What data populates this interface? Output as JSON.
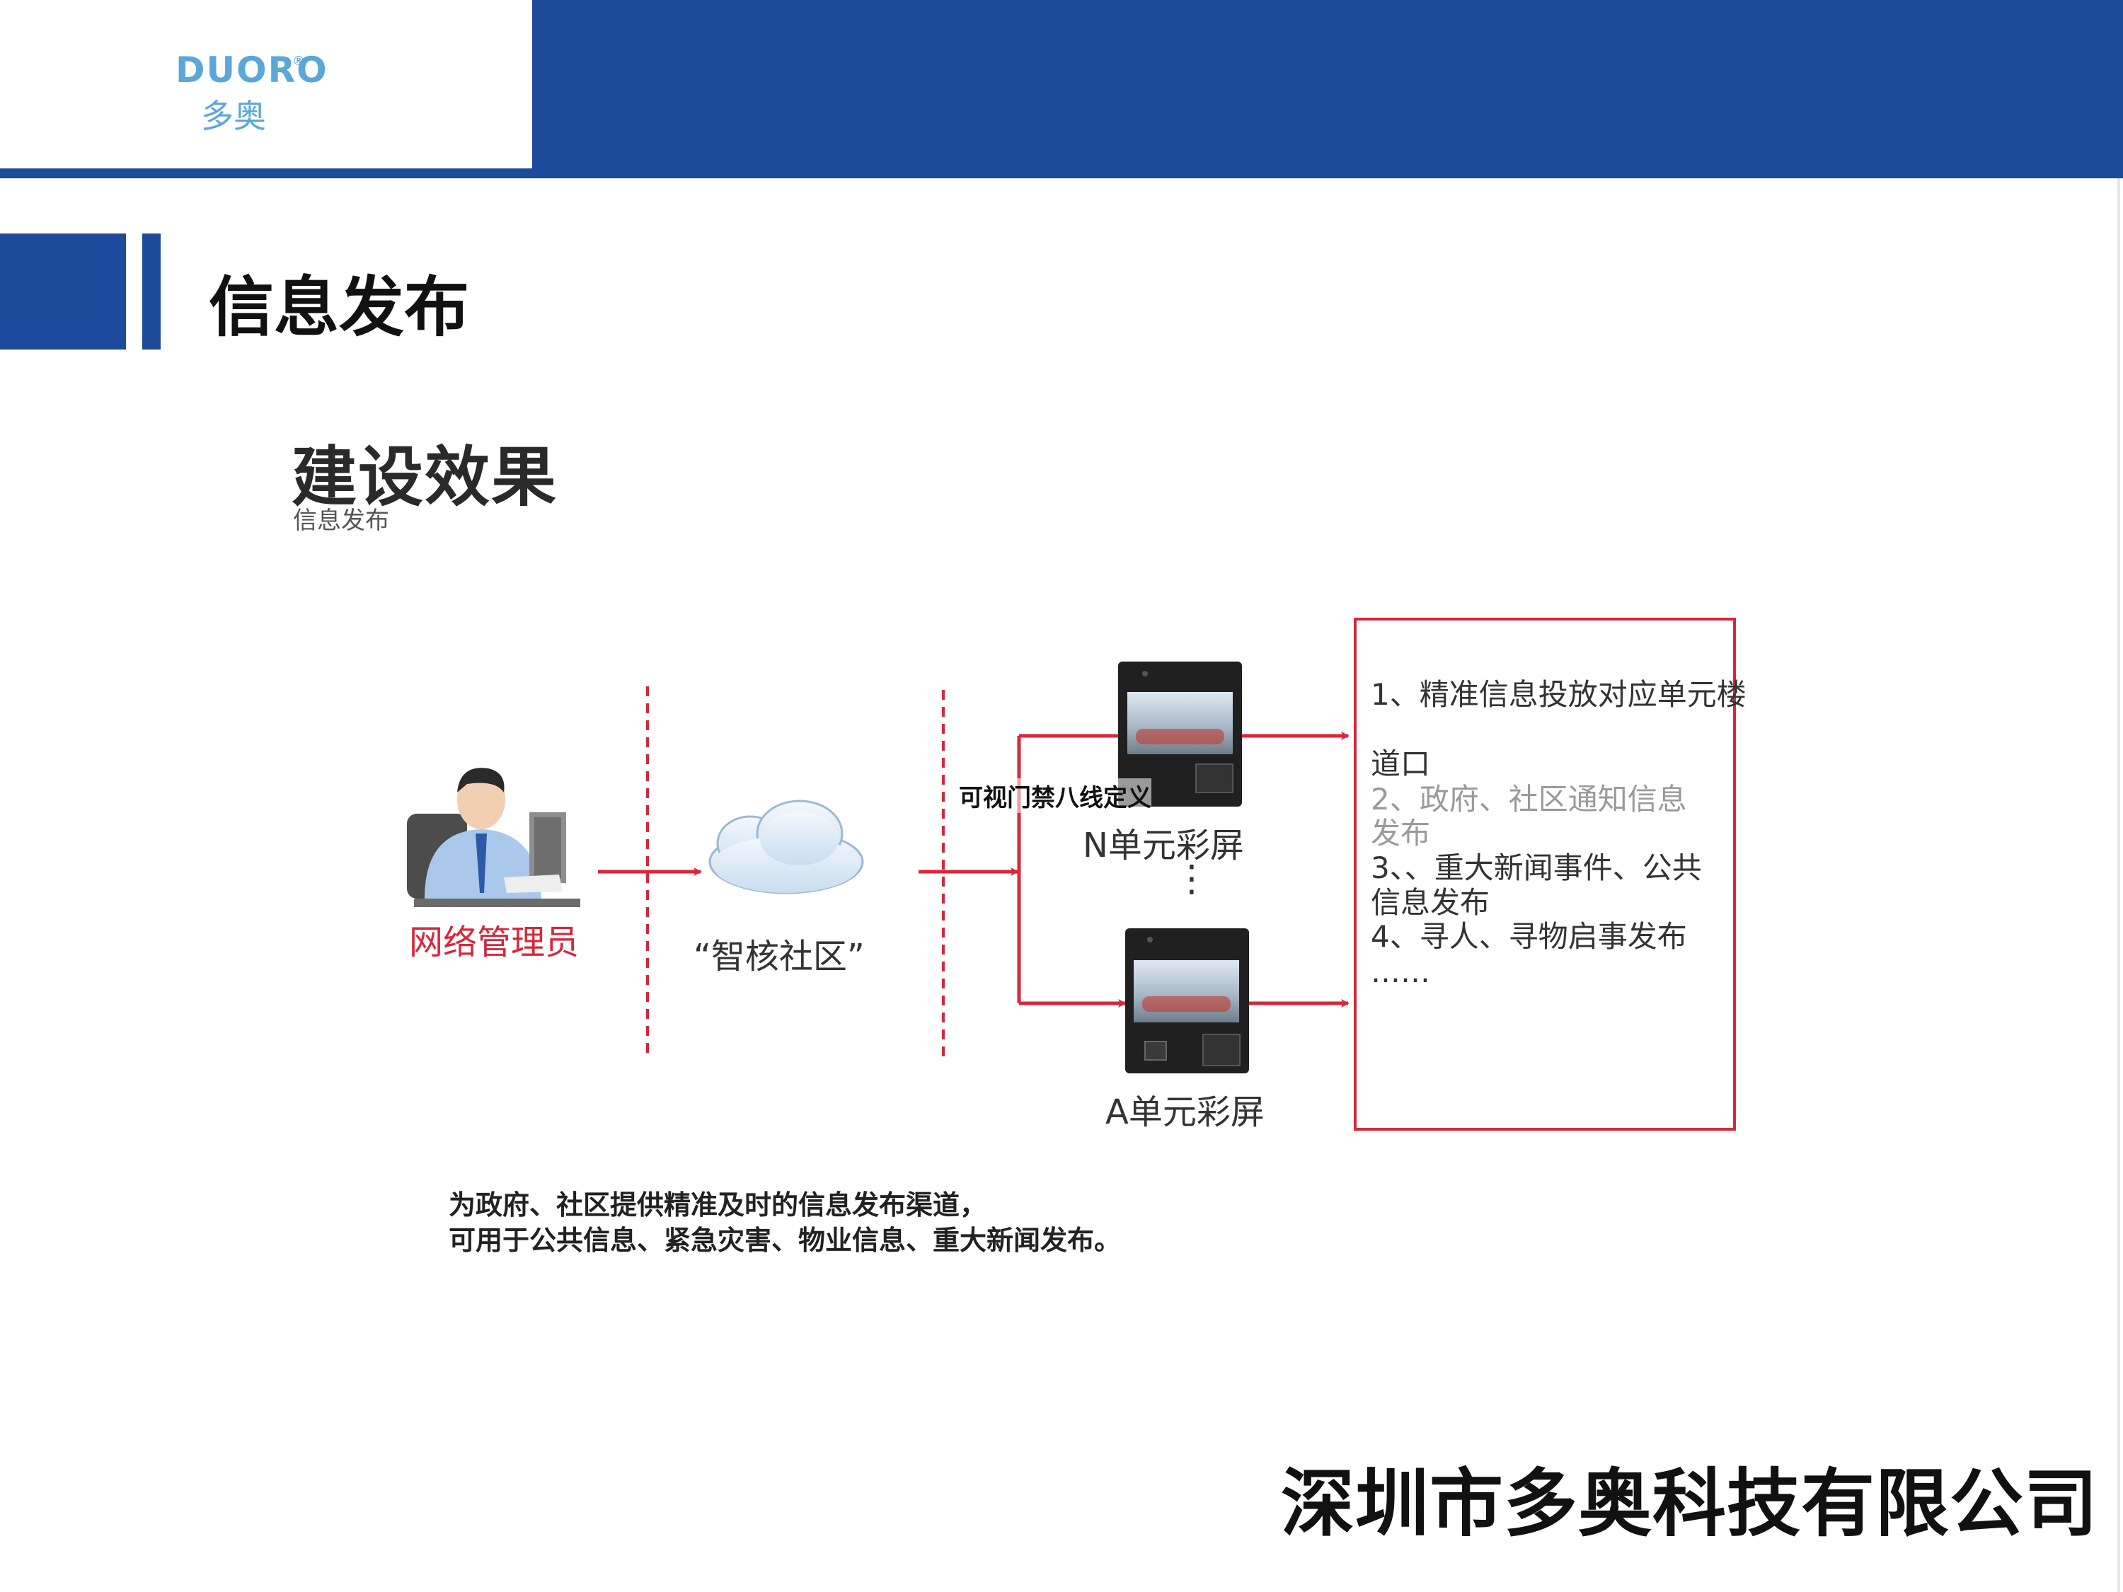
{
  "header": {
    "logo_word": "DUORO",
    "logo_reg": "®",
    "logo_cn": "多奥"
  },
  "section": {
    "title": "信息发布"
  },
  "diagram": {
    "heading": "建设效果",
    "subheading": "信息发布",
    "admin_label": "网络管理员",
    "cloud_label": "“智核社区”",
    "n_screen_label": "N单元彩屏",
    "a_screen_label": "A单元彩屏",
    "ellipsis": "⋮",
    "overlay_caption": "可视门禁八线定义",
    "info_lines": [
      "1、精准信息投放对应单元楼",
      "道口",
      "2、政府、社区通知信息",
      "发布",
      "3、、重大新闻事件、公共",
      "信息发布",
      "4、寻人、寻物启事发布",
      "……"
    ],
    "description": [
      "为政府、社区提供精准及时的信息发布渠道，",
      "可用于公共信息、紧急灾害、物业信息、重大新闻发布。"
    ]
  },
  "footer": {
    "company": "深圳市多奥科技有限公司"
  },
  "colors": {
    "brand_blue": "#1e4a9c",
    "accent_red": "#d9263a",
    "logo_cyan": "#5aa7d8"
  }
}
